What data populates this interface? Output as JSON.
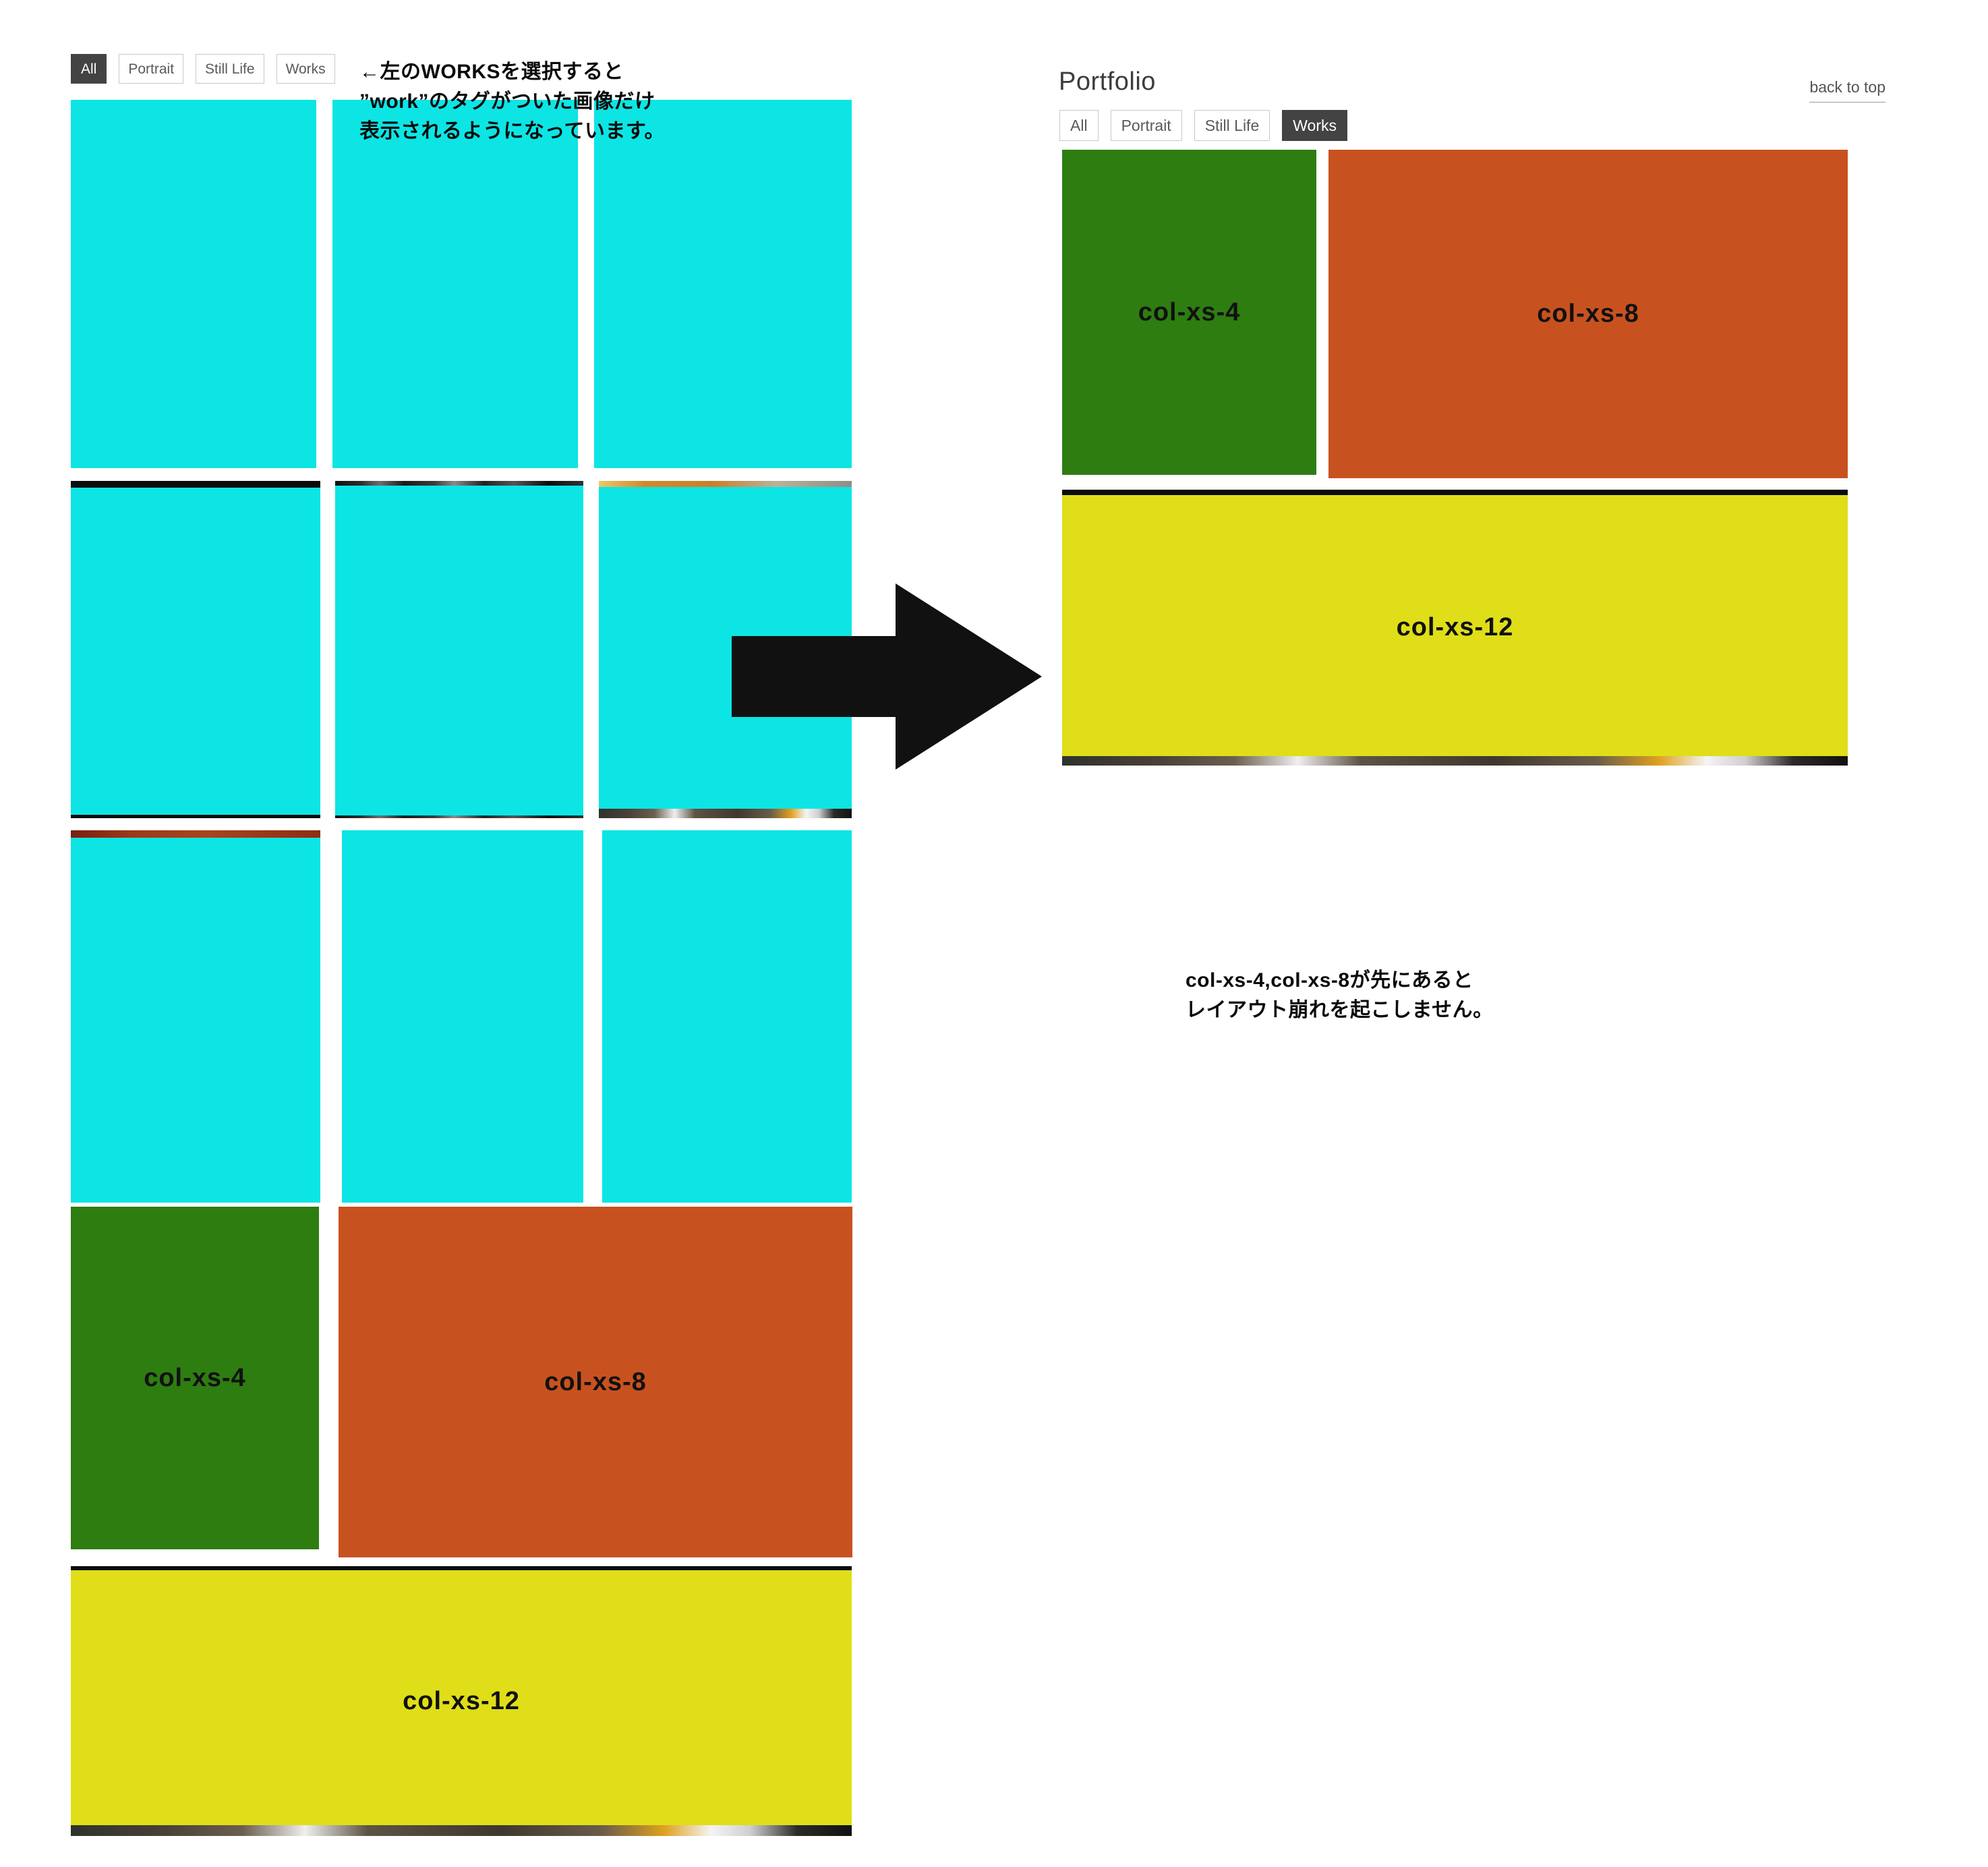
{
  "left_panel": {
    "filters": [
      {
        "label": "All",
        "active": true
      },
      {
        "label": "Portrait",
        "active": false
      },
      {
        "label": "Still Life",
        "active": false
      },
      {
        "label": "Works",
        "active": false
      }
    ],
    "note": "←左のWORKSを選択すると\n”work”のタグがついた画像だけ\n表示されるようになっています。",
    "tiles": [
      {
        "label": "",
        "color": "cyan"
      },
      {
        "label": "",
        "color": "cyan"
      },
      {
        "label": "",
        "color": "cyan"
      },
      {
        "label": "",
        "color": "cyan"
      },
      {
        "label": "",
        "color": "cyan"
      },
      {
        "label": "",
        "color": "cyan"
      },
      {
        "label": "",
        "color": "cyan"
      },
      {
        "label": "",
        "color": "cyan"
      },
      {
        "label": "",
        "color": "cyan"
      },
      {
        "label": "col-xs-4",
        "color": "green"
      },
      {
        "label": "col-xs-8",
        "color": "orange"
      },
      {
        "label": "col-xs-12",
        "color": "yellow"
      }
    ]
  },
  "right_panel": {
    "title": "Portfolio",
    "back_to_top": "back to top",
    "filters": [
      {
        "label": "All",
        "active": false
      },
      {
        "label": "Portrait",
        "active": false
      },
      {
        "label": "Still Life",
        "active": false
      },
      {
        "label": "Works",
        "active": true
      }
    ],
    "tiles": [
      {
        "label": "col-xs-4",
        "color": "green"
      },
      {
        "label": "col-xs-8",
        "color": "orange"
      },
      {
        "label": "col-xs-12",
        "color": "yellow"
      }
    ],
    "note": "col-xs-4,col-xs-8が先にあると\nレイアウト崩れを起こしません。"
  },
  "arrow": {
    "name": "right-arrow",
    "color": "#111111"
  },
  "colors": {
    "cyan": "#0DE5E5",
    "green": "#2E7D11",
    "orange": "#C8521F",
    "yellow": "#DFDE18",
    "active_button": "#434343",
    "button_border": "#c9c9c9",
    "text": "#3c3c3c"
  }
}
